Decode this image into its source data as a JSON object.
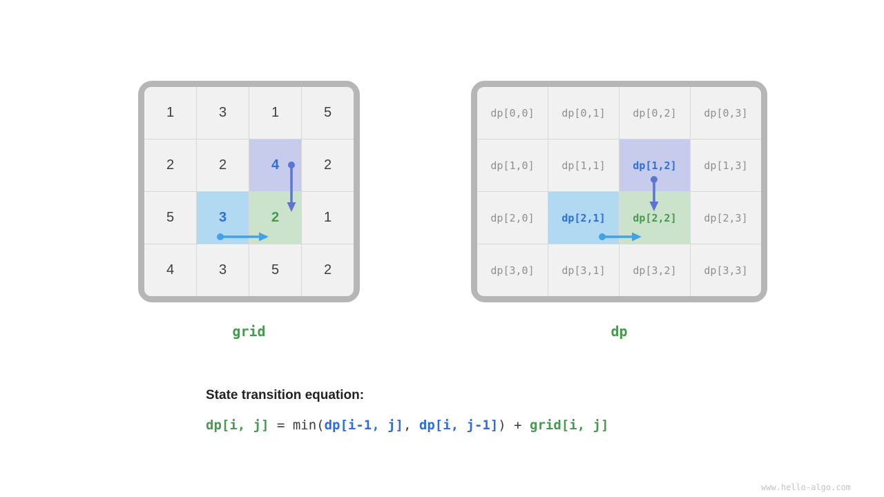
{
  "watermark": "www.hello-algo.com",
  "colors": {
    "cell_bg": "#f1f1f1",
    "grid_line": "#d8d8d8",
    "grid_border": "#b6b6b6",
    "hl_purple": "#c7cced",
    "hl_blue": "#b2d9f2",
    "hl_green": "#cce3cb",
    "blue_text": "#2e6ed8",
    "green_text": "#46994f",
    "arrow_indigo": "#5b74d6",
    "arrow_blue": "#44a1e8",
    "text_dark": "#3d3d3d",
    "text_mono_gray": "#8e8e8e",
    "title_color": "#222222",
    "eq_plain": "#3a3a3a",
    "watermark_color": "#c4c4c4"
  },
  "grid_panel": {
    "label": "grid",
    "rows": [
      [
        "1",
        "3",
        "1",
        "5"
      ],
      [
        "2",
        "2",
        "4",
        "2"
      ],
      [
        "5",
        "3",
        "2",
        "1"
      ],
      [
        "4",
        "3",
        "5",
        "2"
      ]
    ],
    "highlights": [
      {
        "row": 1,
        "col": 2,
        "type": "purple"
      },
      {
        "row": 2,
        "col": 1,
        "type": "blue"
      },
      {
        "row": 2,
        "col": 2,
        "type": "green"
      }
    ]
  },
  "dp_panel": {
    "label": "dp",
    "rows": [
      [
        "dp[0,0]",
        "dp[0,1]",
        "dp[0,2]",
        "dp[0,3]"
      ],
      [
        "dp[1,0]",
        "dp[1,1]",
        "dp[1,2]",
        "dp[1,3]"
      ],
      [
        "dp[2,0]",
        "dp[2,1]",
        "dp[2,2]",
        "dp[2,3]"
      ],
      [
        "dp[3,0]",
        "dp[3,1]",
        "dp[3,2]",
        "dp[3,3]"
      ]
    ],
    "highlights": [
      {
        "row": 1,
        "col": 2,
        "type": "purple"
      },
      {
        "row": 2,
        "col": 1,
        "type": "blue"
      },
      {
        "row": 2,
        "col": 2,
        "type": "green"
      }
    ]
  },
  "equation": {
    "title": "State transition equation:",
    "parts": [
      {
        "text": "dp[i, j]",
        "style": "green"
      },
      {
        "text": " = min(",
        "style": "plain"
      },
      {
        "text": "dp[i-1, j]",
        "style": "blue"
      },
      {
        "text": ", ",
        "style": "plain"
      },
      {
        "text": "dp[i, j-1]",
        "style": "blue"
      },
      {
        "text": ") + ",
        "style": "plain"
      },
      {
        "text": "grid[i, j]",
        "style": "green"
      }
    ]
  }
}
